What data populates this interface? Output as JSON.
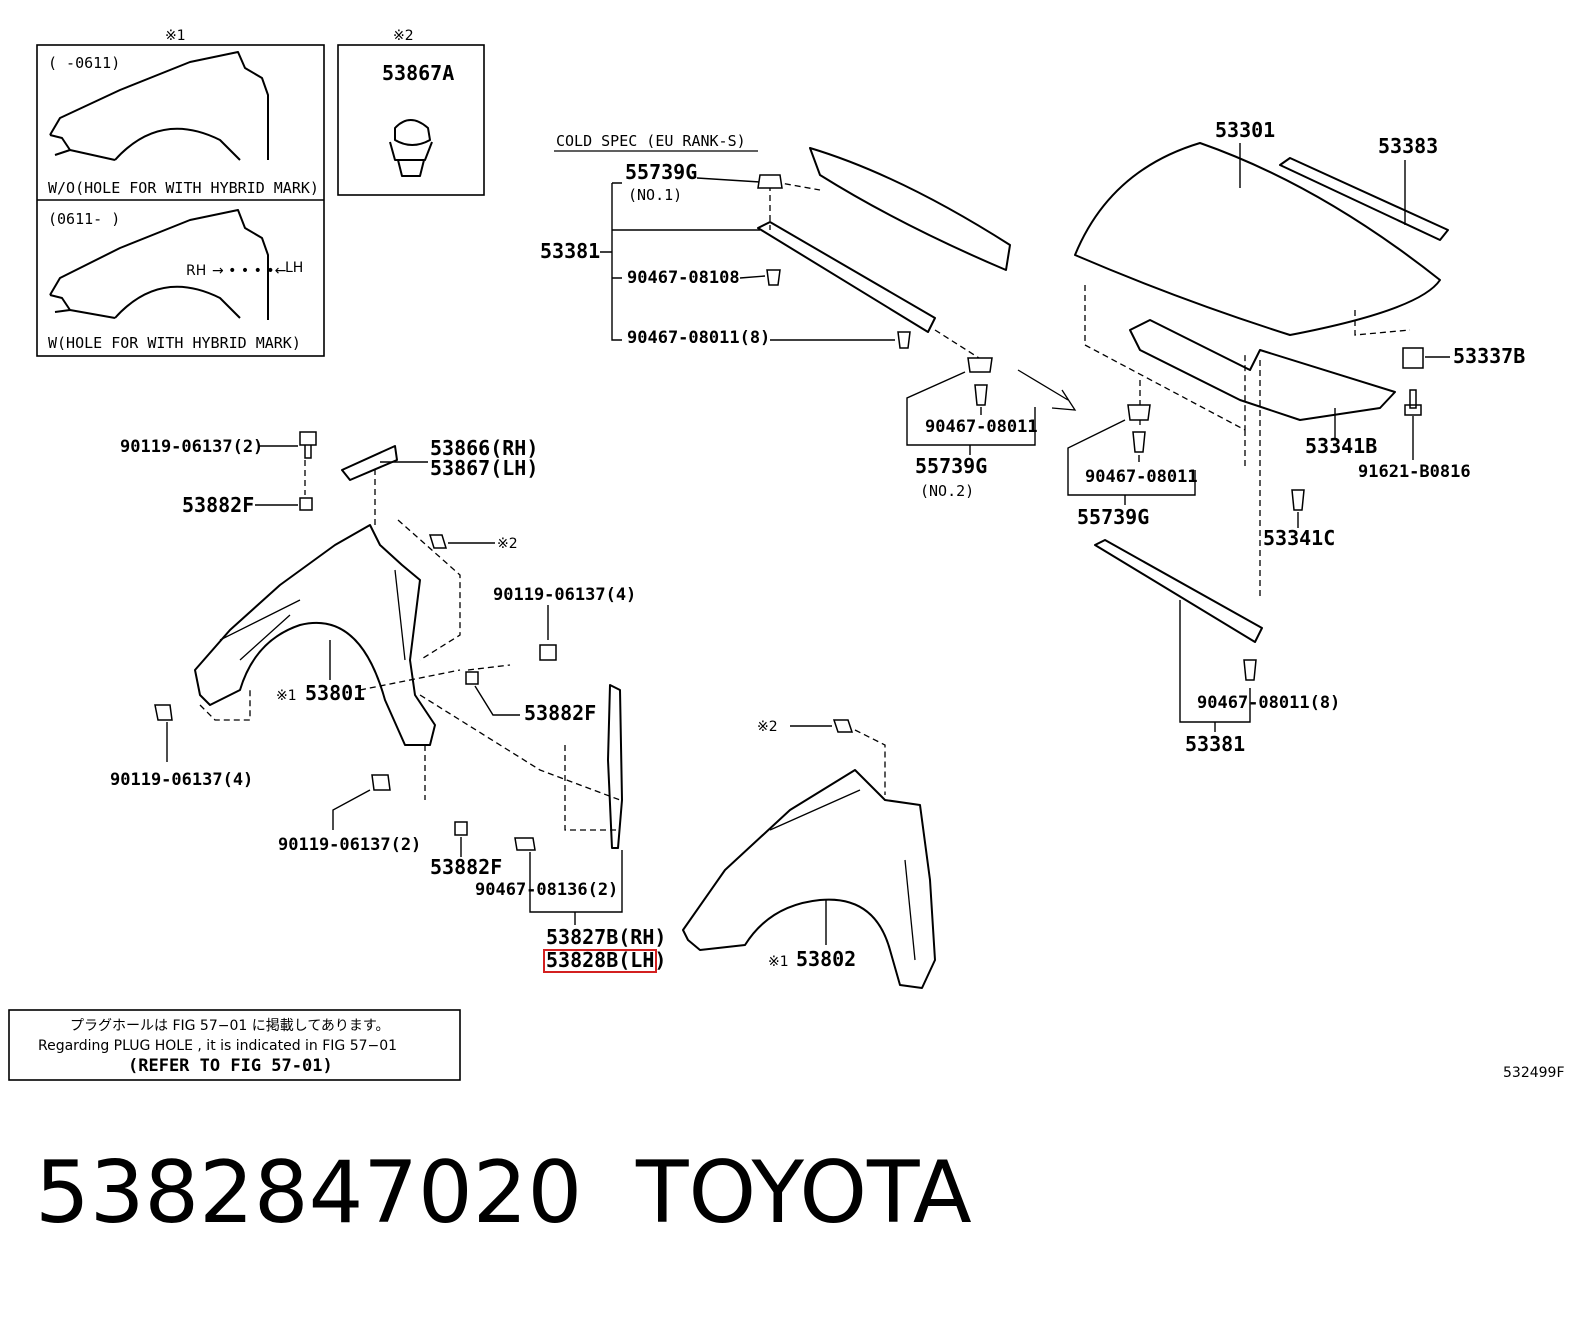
{
  "inset1": {
    "marker": "※1",
    "top_range": "(     -0611)",
    "top_caption": "W/O(HOLE FOR WITH HYBRID MARK)",
    "bottom_range": "(0611-     )",
    "bottom_caption": "W(HOLE FOR WITH HYBRID MARK)",
    "rh": "RH",
    "lh": "LH"
  },
  "inset2": {
    "marker": "※2",
    "part": "53867A"
  },
  "cold_spec": {
    "title": "COLD SPEC (EU RANK-S)",
    "p55739g_no1": "55739G",
    "no1": "(NO.1)",
    "p53381": "53381",
    "p90467_08108": "90467-08108",
    "p90467_08011_8": "90467-08011(8)"
  },
  "labels": {
    "p53301": "53301",
    "p53383": "53383",
    "p53337b": "53337B",
    "p53341b": "53341B",
    "p91621": "91621-B0816",
    "p53341c": "53341C",
    "p90467_08011_a": "90467-08011",
    "p55739g_no2": "55739G",
    "no2": "(NO.2)",
    "p90467_08011_b": "90467-08011",
    "p55739g_b": "55739G",
    "p90467_08011_8b": "90467-08011(8)",
    "p53381b": "53381",
    "p90119_2a": "90119-06137(2)",
    "p53866": "53866(RH)",
    "p53867": "53867(LH)",
    "p53882f_a": "53882F",
    "x2a": "※2",
    "p90119_4a": "90119-06137(4)",
    "x1_53801": "※1",
    "p53801": "53801",
    "p53882f_b": "53882F",
    "p90119_4b": "90119-06137(4)",
    "p90119_2b": "90119-06137(2)",
    "p53882f_c": "53882F",
    "p90467_08136": "90467-08136(2)",
    "p53827b": "53827B(RH)",
    "p53828b": "53828B(LH)",
    "x2b": "※2",
    "x1_53802": "※1",
    "p53802": "53802"
  },
  "note": {
    "jp": "プラグホールは FIG 57−01 に掲載してあります。",
    "en": "Regarding  PLUG  HOLE , it is indicated in  FIG  57−01",
    "refer": "(REFER  TO  FIG  57-01)"
  },
  "fig_ref": "532499F",
  "caption": {
    "part_number": "5382847020",
    "brand": "TOYOTA"
  },
  "highlight_color": "#d32020"
}
